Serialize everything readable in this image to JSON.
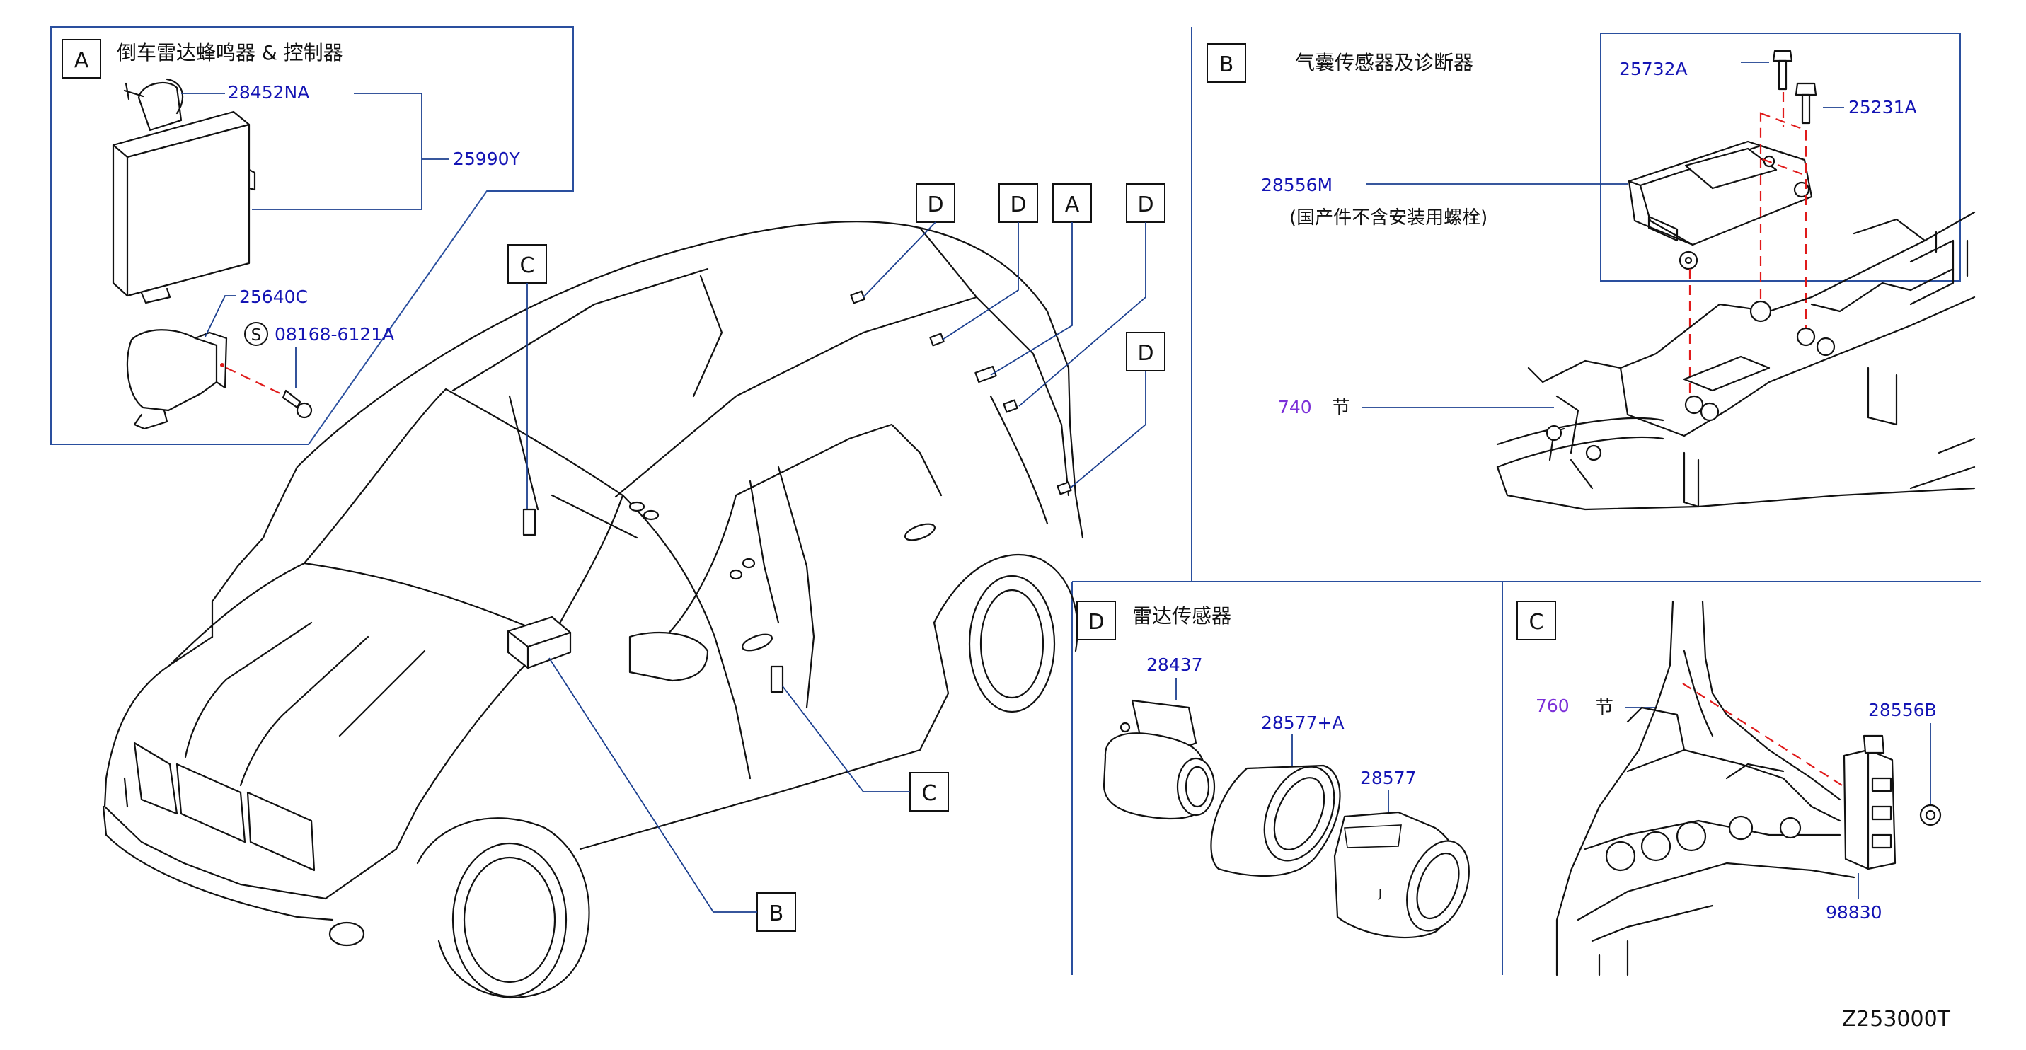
{
  "diagram_id": "Z253000T",
  "sections": {
    "A": {
      "letter": "A",
      "title": "倒车雷达蜂鸣器 &  控制器"
    },
    "B": {
      "letter": "B",
      "title": "气囊传感器及诊断器"
    },
    "C": {
      "letter": "C"
    },
    "D": {
      "letter": "D",
      "title": "雷达传感器"
    }
  },
  "callouts": {
    "A": "A",
    "B": "B",
    "C": "C",
    "D": "D",
    "S": "S"
  },
  "parts": {
    "p28452NA": "28452NA",
    "p25990Y": "25990Y",
    "p25640C": "25640C",
    "p08168": "08168-6121A",
    "p25732A": "25732A",
    "p25231A": "25231A",
    "p28556M": "28556M",
    "note28556M": "(国产件不含安装用螺栓)",
    "p740": "740",
    "jie740": "节",
    "p28437": "28437",
    "p28577A": "28577+A",
    "p28577": "28577",
    "p760": "760",
    "jie760": "节",
    "p28556B": "28556B",
    "p98830": "98830",
    "mark_j": "J"
  },
  "colors": {
    "part_number": "#1414b4",
    "section_ref": "#7b2fd8",
    "leader": "#1b3f8f",
    "alignment_dash": "#e01a1a"
  }
}
